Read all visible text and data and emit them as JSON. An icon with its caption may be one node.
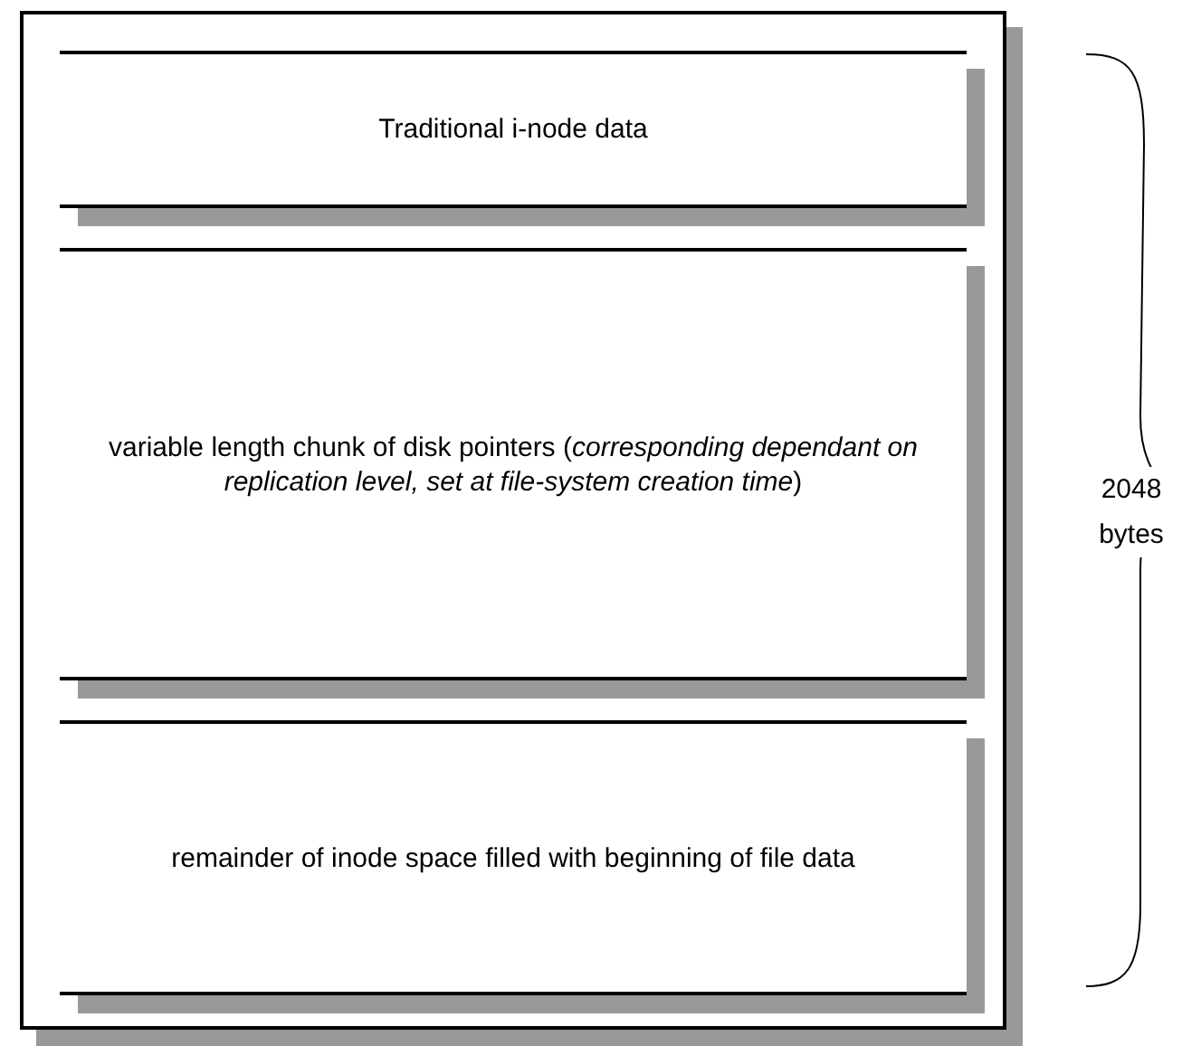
{
  "diagram": {
    "nodes": [
      {
        "text": [],
        "shape": "box"
      },
      {
        "text": [
          "Traditional i-node data"
        ],
        "in": 0
      },
      {
        "text": [
          "variable length chunk of disk pointers (*corresponding dependant on replication level, set at file-system creation time*)"
        ],
        "in": 0
      },
      {
        "text": [
          "remainder of inode space filled with beginning of file data"
        ],
        "in": 0
      }
    ],
    "edges": [],
    "labels": [
      "2048 bytes"
    ]
  }
}
